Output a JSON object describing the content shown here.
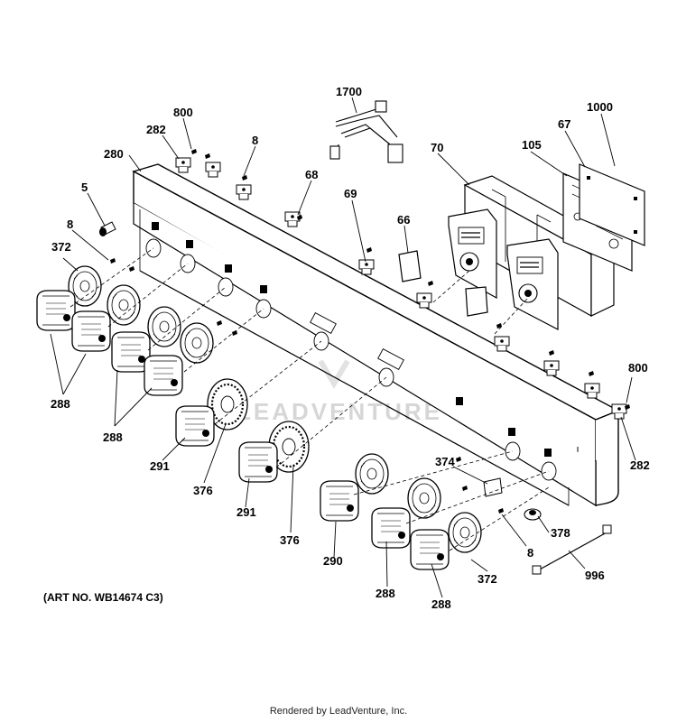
{
  "art_number": "(ART NO. WB14674 C3)",
  "credit": "Rendered by LeadVenture, Inc.",
  "watermark": "LEADVENTURE",
  "callouts": {
    "p1700": "1700",
    "p800a": "800",
    "p282a": "282",
    "p8a": "8",
    "p280": "280",
    "p70": "70",
    "p105": "105",
    "p67": "67",
    "p1000": "1000",
    "p5": "5",
    "p68": "68",
    "p69": "69",
    "p66": "66",
    "p8b": "8",
    "p372a": "372",
    "p288a": "288",
    "p288b": "288",
    "p291a": "291",
    "p376a": "376",
    "p291b": "291",
    "p376b": "376",
    "p290": "290",
    "p374": "374",
    "p378": "378",
    "p8c": "8",
    "p372b": "372",
    "p288c": "288",
    "p288d": "288",
    "p996": "996",
    "p800b": "800",
    "p282b": "282"
  }
}
